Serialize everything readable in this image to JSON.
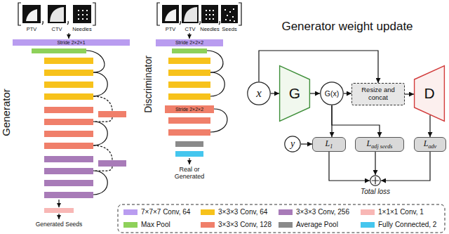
{
  "diagram": {
    "title": "Generator weight update",
    "nodes": [
      {
        "text": [
          "x"
        ]
      },
      {
        "text": [
          "G"
        ]
      },
      {
        "text": [
          "G(x)"
        ]
      },
      {
        "text": [
          "Resize and concat"
        ]
      },
      {
        "text": [
          "D"
        ]
      },
      {
        "text": [
          "y"
        ]
      },
      {
        "text": [
          "L1"
        ]
      },
      {
        "text": [
          "Ladj seeds"
        ]
      },
      {
        "text": [
          "Ladv"
        ]
      },
      {
        "text": [
          "Total loss"
        ]
      }
    ],
    "edges": [
      {
        "from": 0,
        "to": 1,
        "arrow": "to"
      },
      {
        "from": 1,
        "to": 2,
        "arrow": "to"
      },
      {
        "from": 2,
        "to": 3,
        "arrow": "to"
      },
      {
        "from": 0,
        "to": 3,
        "arrow": "to"
      },
      {
        "from": 3,
        "to": 4,
        "arrow": "to"
      },
      {
        "from": 2,
        "to": 6,
        "arrow": "to"
      },
      {
        "from": 2,
        "to": 7,
        "arrow": "to"
      },
      {
        "from": 5,
        "to": 6,
        "arrow": "to"
      },
      {
        "from": 4,
        "to": 8,
        "arrow": "to"
      },
      {
        "from": 6,
        "to": 9,
        "arrow": "to"
      },
      {
        "from": 7,
        "to": 9,
        "arrow": "to"
      },
      {
        "from": 8,
        "to": 9,
        "arrow": "to"
      }
    ],
    "labels": [
      "PTV",
      "CTV",
      "Needles",
      "Generator",
      "Stride 2×2×1",
      "Generated Seeds",
      "PTV",
      "CTV",
      "Needles",
      "Seeds",
      "Discriminator",
      "Stride 2×2×2",
      "Stride 2×2×2",
      "Real or Generated"
    ],
    "legend": [
      {
        "text": "7×7×7 Conv, 64",
        "color": "#b99cf0"
      },
      {
        "text": "3×3×3 Conv, 64",
        "color": "#f7c21b"
      },
      {
        "text": "3×3×3 Conv, 256",
        "color": "#a87bb8"
      },
      {
        "text": "1×1×1 Conv, 1",
        "color": "#f8b7b5"
      },
      {
        "text": "Max Pool",
        "color": "#8ed15a"
      },
      {
        "text": "3×3×3 Conv, 128",
        "color": "#f07f6a"
      },
      {
        "text": "Average Pool",
        "color": "#8a8a8a"
      },
      {
        "text": "Fully Connected, 2",
        "color": "#45c6ee"
      }
    ]
  }
}
